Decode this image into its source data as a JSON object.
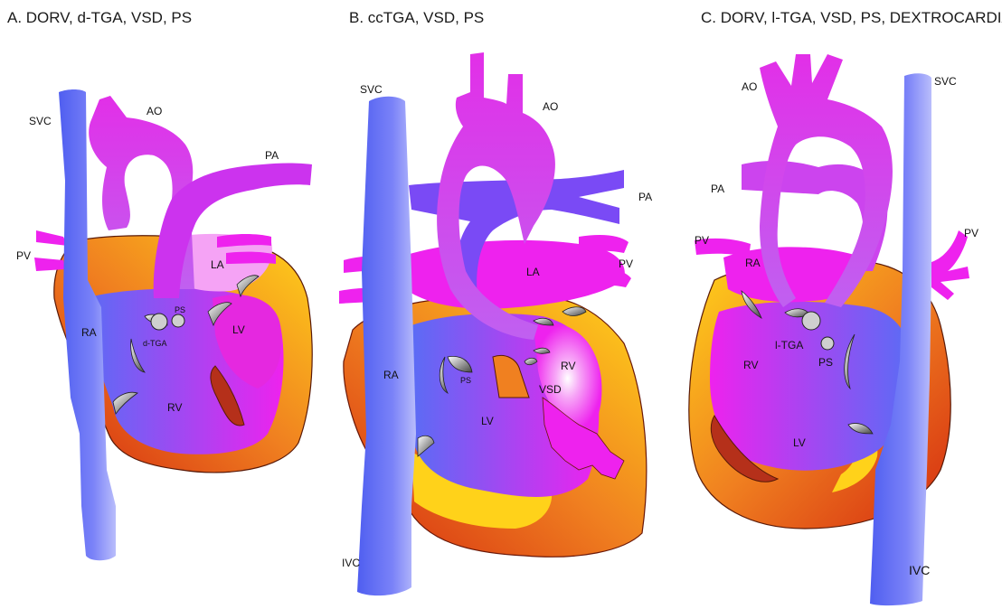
{
  "panels": [
    {
      "title": "A. DORV, d-TGA, VSD, PS",
      "labels": {
        "svc": "SVC",
        "ao": "AO",
        "pa": "PA",
        "pv": "PV",
        "la": "LA",
        "ra": "RA",
        "lv": "LV",
        "rv": "RV",
        "ps": "PS",
        "tga": "d-TGA"
      }
    },
    {
      "title": "B. ccTGA, VSD, PS",
      "labels": {
        "svc": "SVC",
        "ao": "AO",
        "pa": "PA",
        "pv": "PV",
        "la": "LA",
        "ra": "RA",
        "lv": "LV",
        "rv": "RV",
        "ps": "PS",
        "vsd": "VSD",
        "ivc": "IVC"
      }
    },
    {
      "title": "C. DORV, l-TGA, VSD, PS, DEXTROCARDIA",
      "labels": {
        "svc": "SVC",
        "ao": "AO",
        "pa": "PA",
        "pv": "PV",
        "ra": "RA",
        "rv": "RV",
        "lv": "LV",
        "ps": "PS",
        "tga": "l-TGA",
        "ivc": "IVC"
      }
    }
  ],
  "colors": {
    "magenta": "#ee22ee",
    "venous_blue": "#6a6cf5",
    "myocardium_red": "#d42a10",
    "myocardium_orange": "#f08020",
    "myocardium_yellow": "#ffd21a"
  }
}
